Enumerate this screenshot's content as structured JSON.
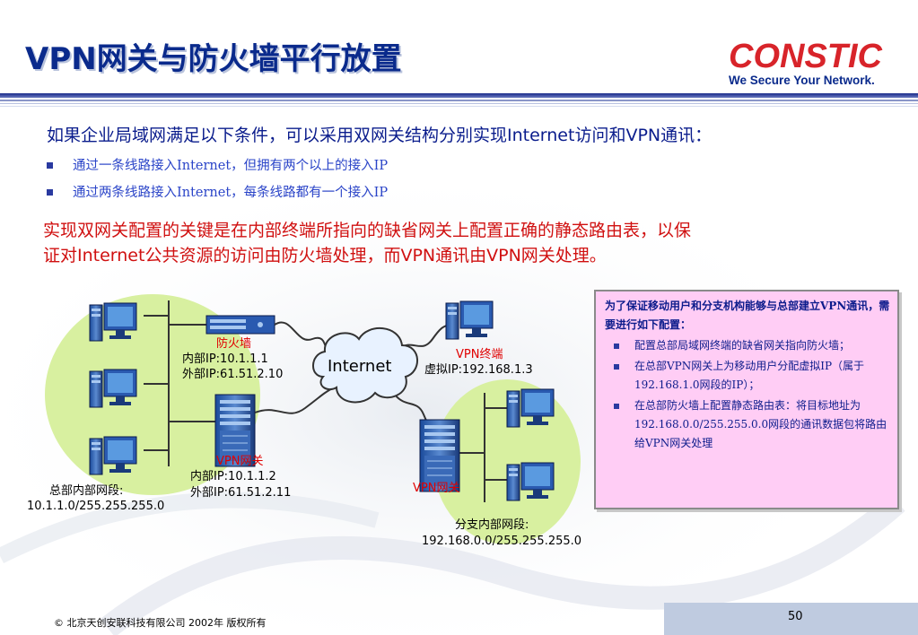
{
  "slide": {
    "title": "VPN网关与防火墙平行放置",
    "logo": {
      "word": "CONSTIC",
      "tagline": "We Secure Your Network."
    },
    "headline": "如果企业局域网满足以下条件，可以采用双网关结构分别实现Internet访问和VPN通讯：",
    "bullets": [
      "通过一条线路接入Internet，但拥有两个以上的接入IP",
      "通过两条线路接入Internet，每条线路都有一个接入IP"
    ],
    "keypoint": {
      "line1": "实现双网关配置的关键是在内部终端所指向的缺省网关上配置正确的静态路由表，以保",
      "line2": "证对Internet公共资源的访问由防火墙处理，而VPN通讯由VPN网关处理。"
    }
  },
  "diagram": {
    "firewall": {
      "name": "防火墙",
      "inner_ip": "内部IP:10.1.1.1",
      "outer_ip": "外部IP:61.51.2.10"
    },
    "hq_vpn_gateway": {
      "name": "VPN网关",
      "inner_ip": "内部IP:10.1.1.2",
      "outer_ip": "外部IP:61.51.2.11"
    },
    "internet": "Internet",
    "vpn_terminal": {
      "name": "VPN终端",
      "virtual_ip": "虚拟IP:192.168.1.3"
    },
    "branch_vpn_gateway": {
      "name": "VPN网关"
    },
    "hq_segment": {
      "label": "总部内部网段:",
      "value": "10.1.1.0/255.255.255.0"
    },
    "branch_segment": {
      "label": "分支内部网段:",
      "value": "192.168.0.0/255.255.255.0"
    }
  },
  "note": {
    "intro": "为了保证移动用户和分支机构能够与总部建立VPN通讯，需要进行如下配置：",
    "items": [
      "配置总部局域网终端的缺省网关指向防火墙；",
      "在总部VPN网关上为移动用户分配虚拟IP（属于192.168.1.0网段的IP）；",
      "在总部防火墙上配置静态路由表：将目标地址为192.168.0.0/255.255.0.0网段的通讯数据包将路由给VPN网关处理"
    ]
  },
  "footer": {
    "copyright": "© 北京天创安联科技有限公司 2002年 版权所有",
    "page": "50"
  },
  "colors": {
    "title": "#0a2a8c",
    "accent_red": "#d01010",
    "note_bg": "#ffcdf5",
    "ellipse": "#d8f0a0",
    "logo_red": "#d8242a"
  }
}
